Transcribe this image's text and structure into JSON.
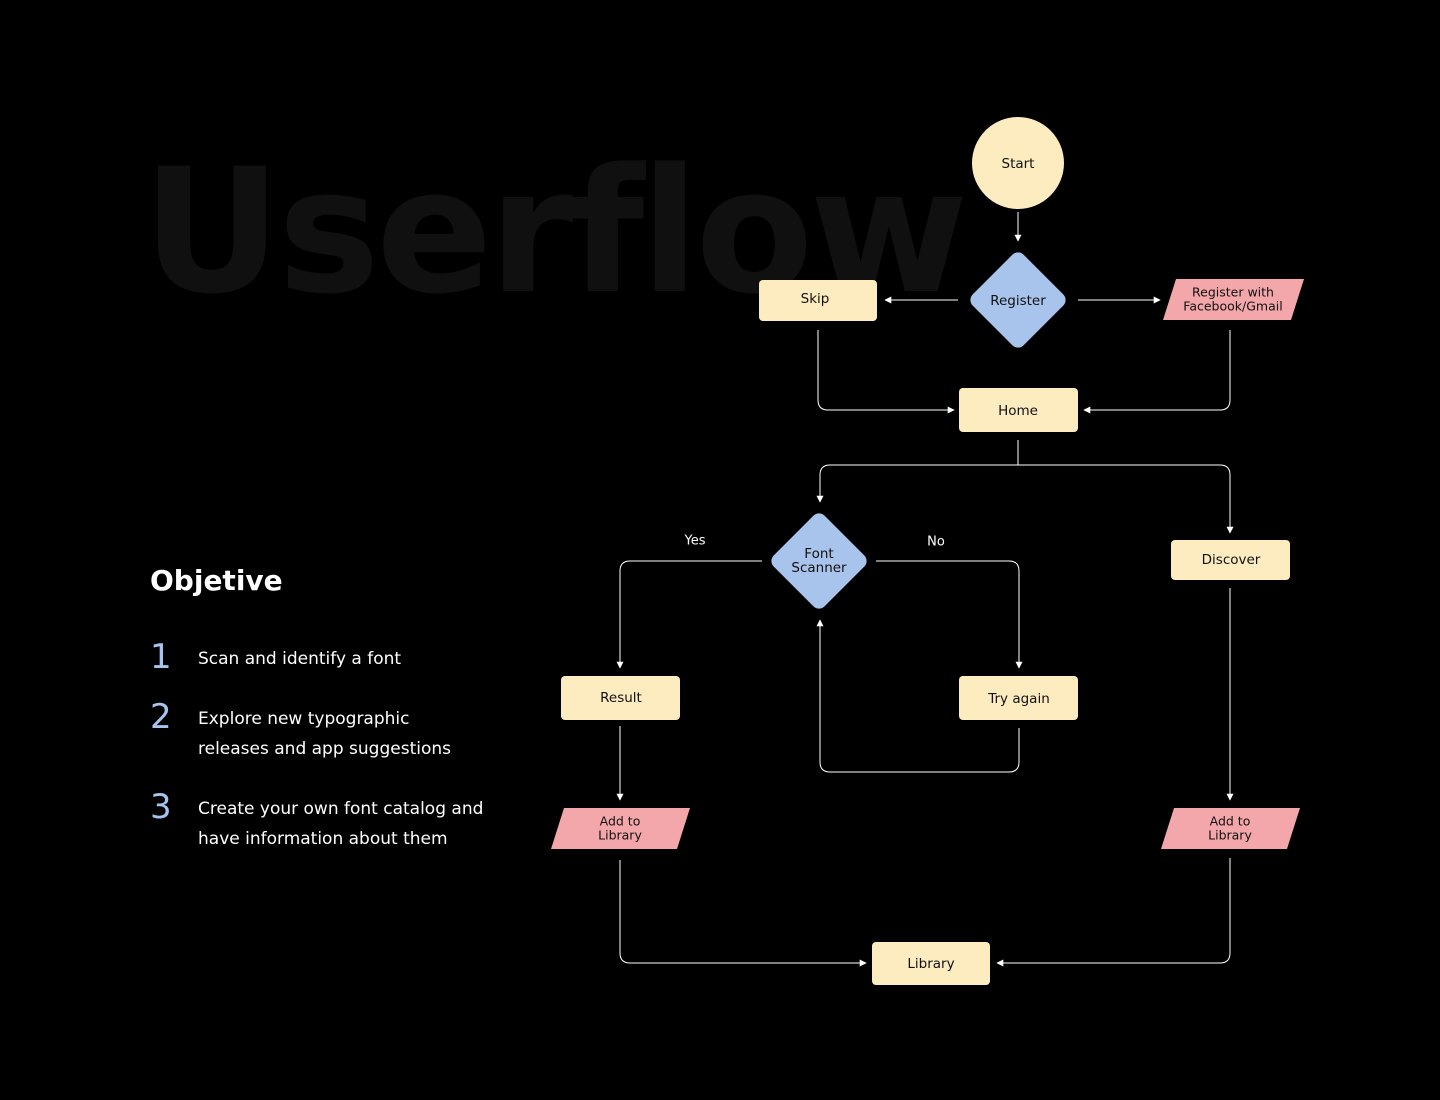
{
  "background_title": "Userflow",
  "objective": {
    "title": "Objetive",
    "items": [
      {
        "number": "1",
        "text": "Scan and identify a font"
      },
      {
        "number": "2",
        "text": "Explore new typographic releases and app suggestions"
      },
      {
        "number": "3",
        "text": "Create your own font catalog and have information about them"
      }
    ]
  },
  "flow": {
    "start": "Start",
    "register": "Register",
    "skip": "Skip",
    "register_social": [
      "Register with",
      "Facebook/Gmail"
    ],
    "home": "Home",
    "font_scanner": [
      "Font",
      "Scanner"
    ],
    "yes_label": "Yes",
    "no_label": "No",
    "discover": "Discover",
    "result": "Result",
    "try_again": "Try again",
    "add_library_left": [
      "Add to",
      "Library"
    ],
    "add_library_right": [
      "Add to",
      "Library"
    ],
    "library": "Library"
  },
  "colors": {
    "background": "#000000",
    "rect_fill": "#fdecc0",
    "decision_fill": "#a8c3ec",
    "io_fill": "#f4a7ab",
    "objective_number": "#a8c3ec"
  }
}
